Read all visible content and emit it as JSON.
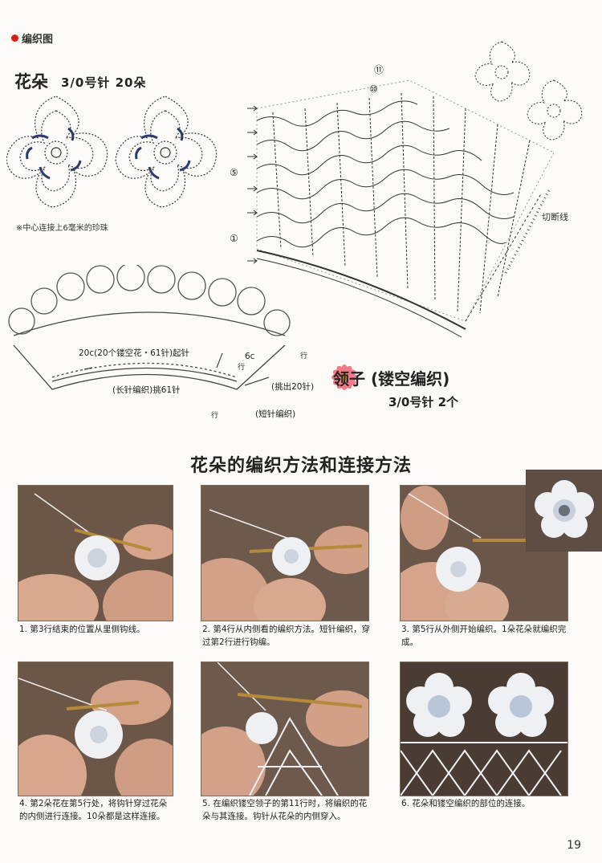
{
  "section_label": "编织图",
  "flower": {
    "title": "花朵",
    "spec": "3/0号针  20朵",
    "note": "※中心连接上6毫米的珍珠"
  },
  "chart": {
    "row_markers": [
      "⑪",
      "⑩",
      "⑤",
      "①"
    ],
    "cut_label": "切断线"
  },
  "collar": {
    "title": "领子 (镂空编织)",
    "spec": "3/0号针  2个",
    "annotations": {
      "start": "20c(20个镂空花・61针)起针",
      "long_stitch": "(长针编织)挑61针",
      "pick": "(挑出20针)",
      "short_stitch": "(短针编织)",
      "c6": "6c",
      "row": "行"
    }
  },
  "headline": "花朵的编织方法和连接方法",
  "steps": [
    {
      "caption": "1. 第3行结束的位置从里侧钩线。"
    },
    {
      "caption": "2. 第4行从内侧看的编织方法。短针编织，穿过第2行进行钩编。"
    },
    {
      "caption": "3. 第5行从外侧开始编织。1朵花朵就编织完成。"
    },
    {
      "caption": "4. 第2朵花在第5行处，将钩针穿过花朵的内侧进行连接。10朵都是这样连接。"
    },
    {
      "caption": "5. 在编织镂空领子的第11行时，将编织的花朵与其连接。钩针从花朵的内侧穿入。"
    },
    {
      "caption": "6. 花朵和镂空编织的部位的连接。"
    }
  ],
  "page_number": "19"
}
